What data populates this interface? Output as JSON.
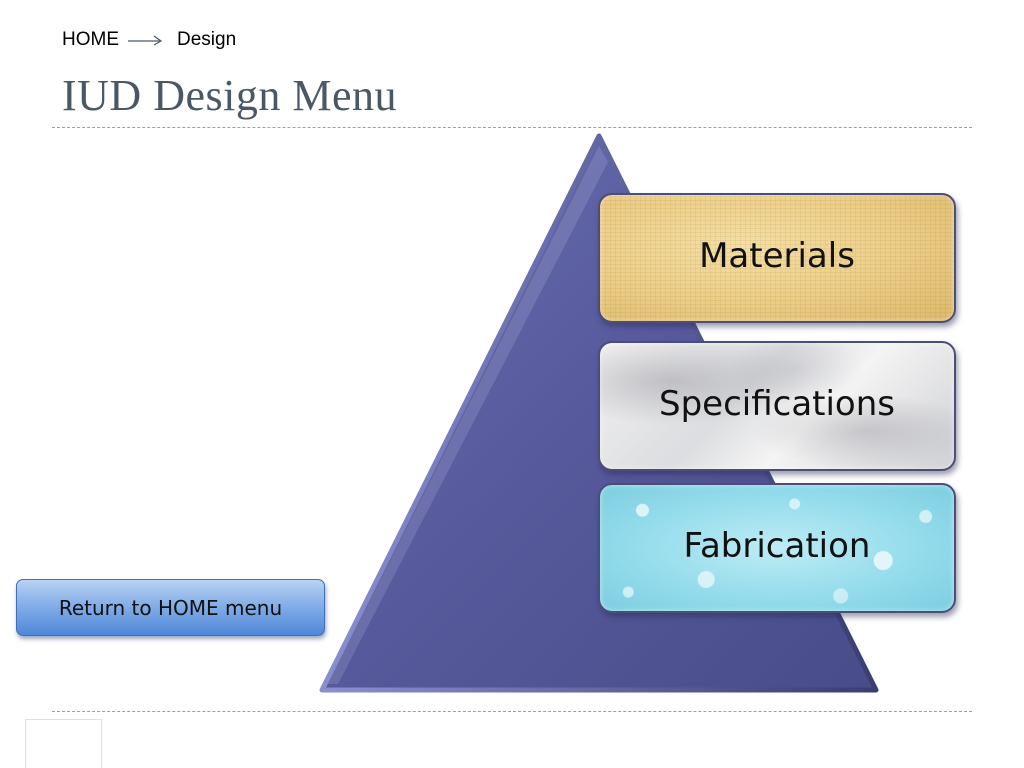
{
  "breadcrumb": {
    "home": "HOME",
    "current": "Design"
  },
  "page": {
    "title": "IUD Design Menu"
  },
  "menu": {
    "items": [
      {
        "label": "Materials"
      },
      {
        "label": "Specifications"
      },
      {
        "label": "Fabrication"
      }
    ]
  },
  "nav": {
    "return_label": "Return to HOME menu"
  },
  "colors": {
    "pyramid": "#565a9c",
    "title": "#4a5866",
    "button": "#6a9be0"
  },
  "icons": {
    "breadcrumb_separator": "arrow-right-icon"
  }
}
